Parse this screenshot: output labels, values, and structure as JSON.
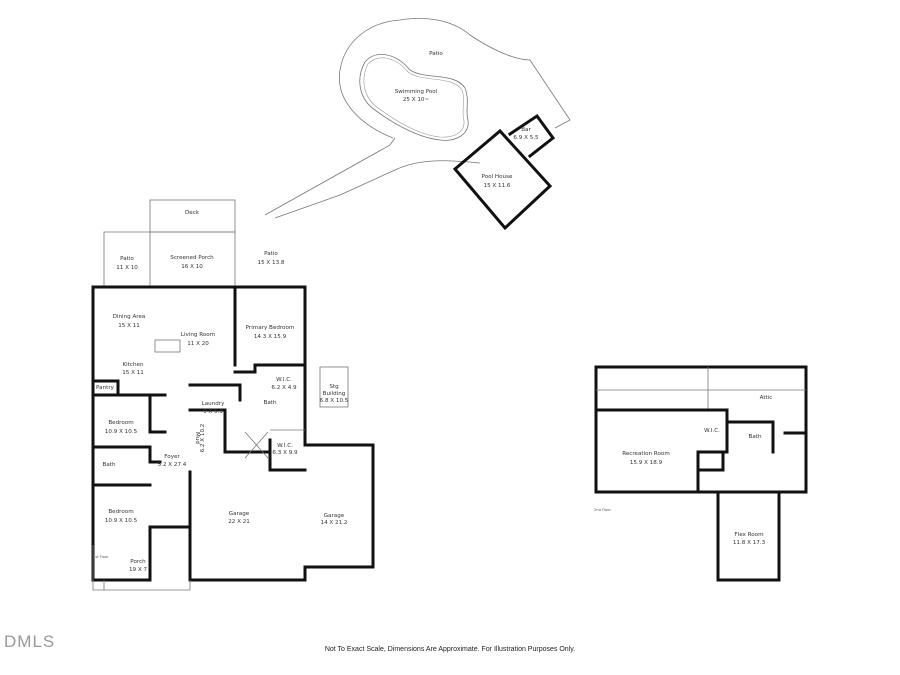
{
  "outdoor": {
    "patio_top": {
      "name": "Patio"
    },
    "pool": {
      "name": "Swimming Pool",
      "dims": "25 X 10~"
    },
    "bar": {
      "name": "Bar",
      "dims": "6.9 X 5.5"
    },
    "pool_house": {
      "name": "Pool House",
      "dims": "15 X 11.6"
    },
    "deck": {
      "name": "Deck"
    },
    "patio_left": {
      "name": "Patio",
      "dims": "11 X 10"
    },
    "screened_porch": {
      "name": "Screened Porch",
      "dims": "16 X 10"
    },
    "patio_right": {
      "name": "Patio",
      "dims": "15 X 13.8"
    },
    "stg_building": {
      "name1": "Stg",
      "name2": "Building",
      "dims": "6.8 X 10.5"
    }
  },
  "first_floor": {
    "label": "1st Floor",
    "dining": {
      "name": "Dining Area",
      "dims": "15 X 11"
    },
    "living": {
      "name": "Living Room",
      "dims": "11 X 20"
    },
    "primary": {
      "name": "Primary Bedroom",
      "dims": "14.3 X 15.9"
    },
    "kitchen": {
      "name": "Kitchen",
      "dims": "15 X 11"
    },
    "pantry": {
      "name": "Pantry"
    },
    "wic1": {
      "name": "W.I.C.",
      "dims": "6.2 X 4.9"
    },
    "laundry": {
      "name": "Laundry",
      "dims": "9 X 5.3"
    },
    "primary_bath": {
      "name": "Bath"
    },
    "bedroom1": {
      "name": "Bedroom",
      "dims": "10.9 X 10.5"
    },
    "mud": {
      "name": "Mud",
      "dims": "6.2 X 10.2"
    },
    "wic2": {
      "name": "W.I.C.",
      "dims": "6.3 X 9.9"
    },
    "bath": {
      "name": "Bath"
    },
    "foyer": {
      "name": "Foyer",
      "dims": "5.2 X 27.4"
    },
    "garage1": {
      "name": "Garage",
      "dims": "22 X 21"
    },
    "garage2": {
      "name": "Garage",
      "dims": "14 X 21.2"
    },
    "bedroom2": {
      "name": "Bedroom",
      "dims": "10.9 X 10.5"
    },
    "porch": {
      "name": "Porch",
      "dims": "19 X 7"
    }
  },
  "second_floor": {
    "label": "2nd Floor",
    "attic": {
      "name": "Attic"
    },
    "wic": {
      "name": "W.I.C."
    },
    "bath": {
      "name": "Bath"
    },
    "recreation": {
      "name": "Recreation Room",
      "dims": "15.9 X 18.9"
    },
    "flex": {
      "name": "Flex Room",
      "dims": "11.8 X 17.3"
    }
  },
  "footer": {
    "disclaimer": "Not To Exact Scale, Dimensions Are Approximate. For Illustration Purposes Only."
  },
  "logo": {
    "text": "DMLS"
  }
}
